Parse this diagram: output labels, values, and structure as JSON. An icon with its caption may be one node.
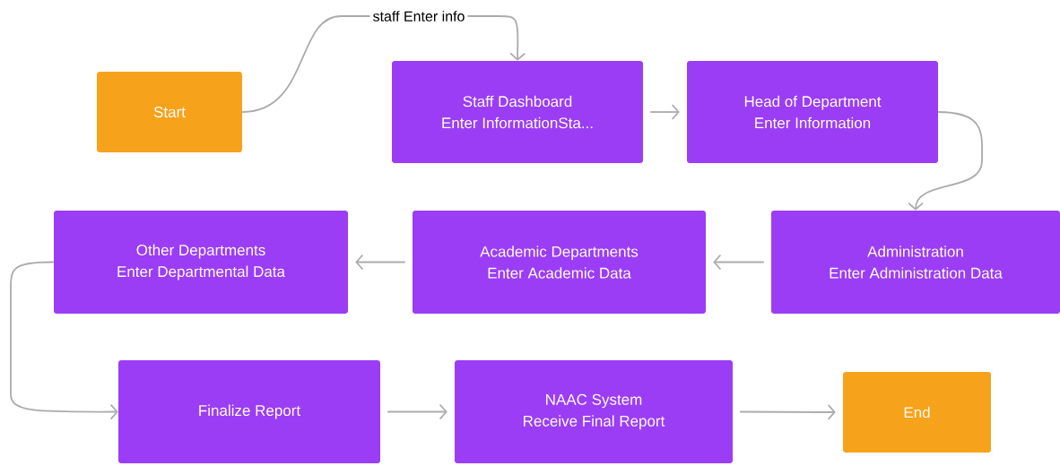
{
  "diagram": {
    "nodes": [
      {
        "text": [
          "Start"
        ]
      },
      {
        "text": [
          "Staff Dashboard",
          "Enter InformationSta..."
        ]
      },
      {
        "text": [
          "Head of Department",
          "Enter Information"
        ]
      },
      {
        "text": [
          "Other Departments",
          "Enter Departmental Data"
        ]
      },
      {
        "text": [
          "Academic Departments",
          "Enter Academic Data"
        ]
      },
      {
        "text": [
          "Administration",
          "Enter Administration Data"
        ]
      },
      {
        "text": [
          "Finalize Report"
        ]
      },
      {
        "text": [
          "NAAC System",
          "Receive Final Report"
        ]
      },
      {
        "text": [
          "End"
        ]
      }
    ],
    "edges": [
      {
        "from": 0,
        "to": 1,
        "arrow": "to",
        "label": "staff Enter info"
      },
      {
        "from": 1,
        "to": 2,
        "arrow": "to"
      },
      {
        "from": 2,
        "to": 5,
        "arrow": "to"
      },
      {
        "from": 5,
        "to": 4,
        "arrow": "to"
      },
      {
        "from": 4,
        "to": 3,
        "arrow": "to"
      },
      {
        "from": 3,
        "to": 6,
        "arrow": "to"
      },
      {
        "from": 6,
        "to": 7,
        "arrow": "to"
      },
      {
        "from": 7,
        "to": 8,
        "arrow": "to"
      }
    ]
  }
}
